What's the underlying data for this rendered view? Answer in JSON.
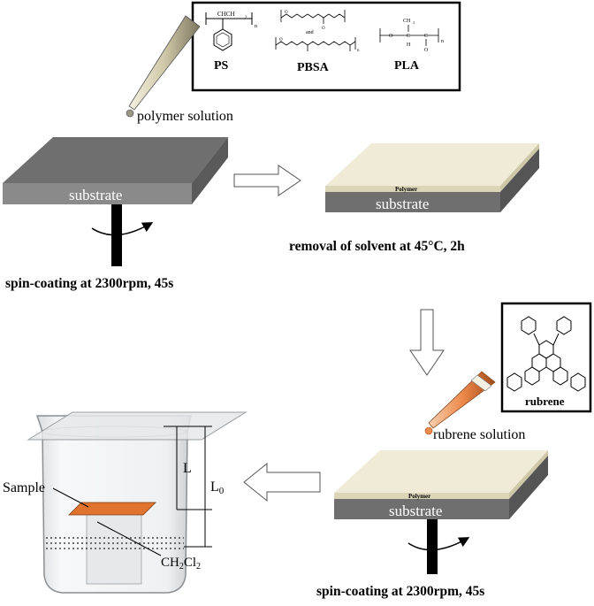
{
  "polymers": {
    "ps_label": "PS",
    "pbsa_label": "PBSA",
    "pla_label": "PLA",
    "ps_formula_group": "CHCH",
    "ps_subscript": "2",
    "n": "n",
    "and_text": "and",
    "pla_ch3": "CH",
    "pla_ch3_sub": "3",
    "pla_o": "O",
    "pla_c": "C",
    "pla_h": "H"
  },
  "steps": {
    "polymer_solution": "polymer solution",
    "substrate": "substrate",
    "polymer_layer": "Polymer",
    "spin1": "spin-coating at 2300rpm, 45s",
    "removal": "removal of solvent at 45°C, 2h",
    "rubrene_label": "rubrene",
    "rubrene_solution": "rubrene solution",
    "spin2": "spin-coating at 2300rpm, 45s"
  },
  "beaker": {
    "sample": "Sample",
    "L": "L",
    "L0": "L",
    "L0_sub": "0",
    "solvent": "CH",
    "solvent_sub1": "2",
    "solvent_mid": "Cl",
    "solvent_sub2": "2"
  },
  "colors": {
    "substrate_top": "#6f6f6f",
    "substrate_side": "#8a8a8a",
    "polymer_top": "#efebd6",
    "polymer_side": "#dcd6b8",
    "sample": "#e0742f",
    "rubrene_tip": "#f08a4b"
  }
}
